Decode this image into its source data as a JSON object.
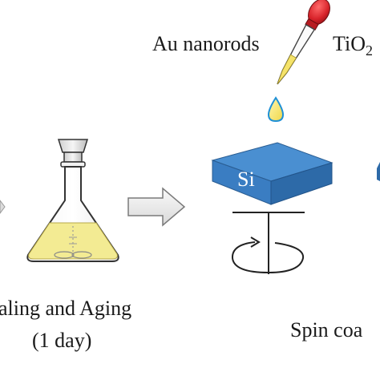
{
  "labels": {
    "au_nanorods": "Au nanorods",
    "tio2_main": "TiO",
    "tio2_sub": "2",
    "si": "Si",
    "step1_line1": "aling and Aging",
    "step1_line2": "(1 day)",
    "step2": "Spin coa"
  },
  "colors": {
    "background": "#ffffff",
    "text": "#1a1a1a",
    "pipette_bulb": "#d8232a",
    "solution_yellow": "#f3eb93",
    "drop_yellow": "#f5e36a",
    "drop_blue": "#1e90d6",
    "si_top": "#4a8fd1",
    "si_side": "#2d6aa8",
    "arrow_fill": "#eeeeee",
    "arrow_stroke": "#7a7a7a"
  },
  "icons": [
    "erlenmeyer-flask-icon",
    "pipette-icon",
    "drop-icon",
    "process-arrow-icon",
    "spin-rotation-icon",
    "si-substrate-icon"
  ]
}
